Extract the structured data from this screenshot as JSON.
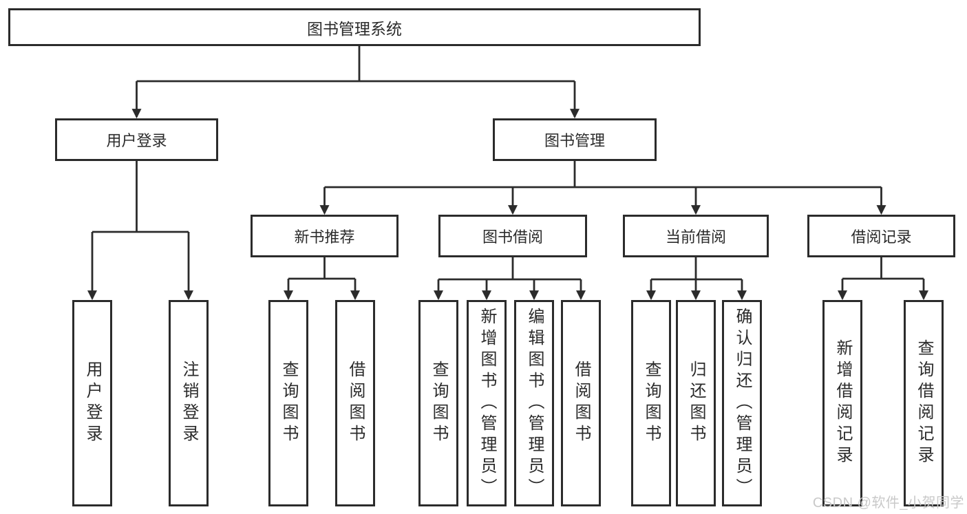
{
  "diagram": {
    "root": {
      "label": "图书管理系统",
      "children": [
        {
          "label": "用户登录",
          "children": [
            {
              "label": "用户登录"
            },
            {
              "label": "注销登录"
            }
          ]
        },
        {
          "label": "图书管理",
          "children": [
            {
              "label": "新书推荐",
              "children": [
                {
                  "label": "查询图书"
                },
                {
                  "label": "借阅图书"
                }
              ]
            },
            {
              "label": "图书借阅",
              "children": [
                {
                  "label": "查询图书"
                },
                {
                  "label": "新增图书（管理员）"
                },
                {
                  "label": "编辑图书（管理员）"
                },
                {
                  "label": "借阅图书"
                }
              ]
            },
            {
              "label": "当前借阅",
              "children": [
                {
                  "label": "查询图书"
                },
                {
                  "label": "归还图书"
                },
                {
                  "label": "确认归还（管理员）"
                }
              ]
            },
            {
              "label": "借阅记录",
              "children": [
                {
                  "label": "新增借阅记录"
                },
                {
                  "label": "查询借阅记录"
                }
              ]
            }
          ]
        }
      ]
    }
  },
  "watermark": {
    "text": "CSDN @软件_小贺同学"
  },
  "colors": {
    "line": "#2b2b2b",
    "box_border": "#2b2b2b",
    "text": "#2b2b2b",
    "watermark": "#c9c9c9",
    "background": "#ffffff"
  }
}
